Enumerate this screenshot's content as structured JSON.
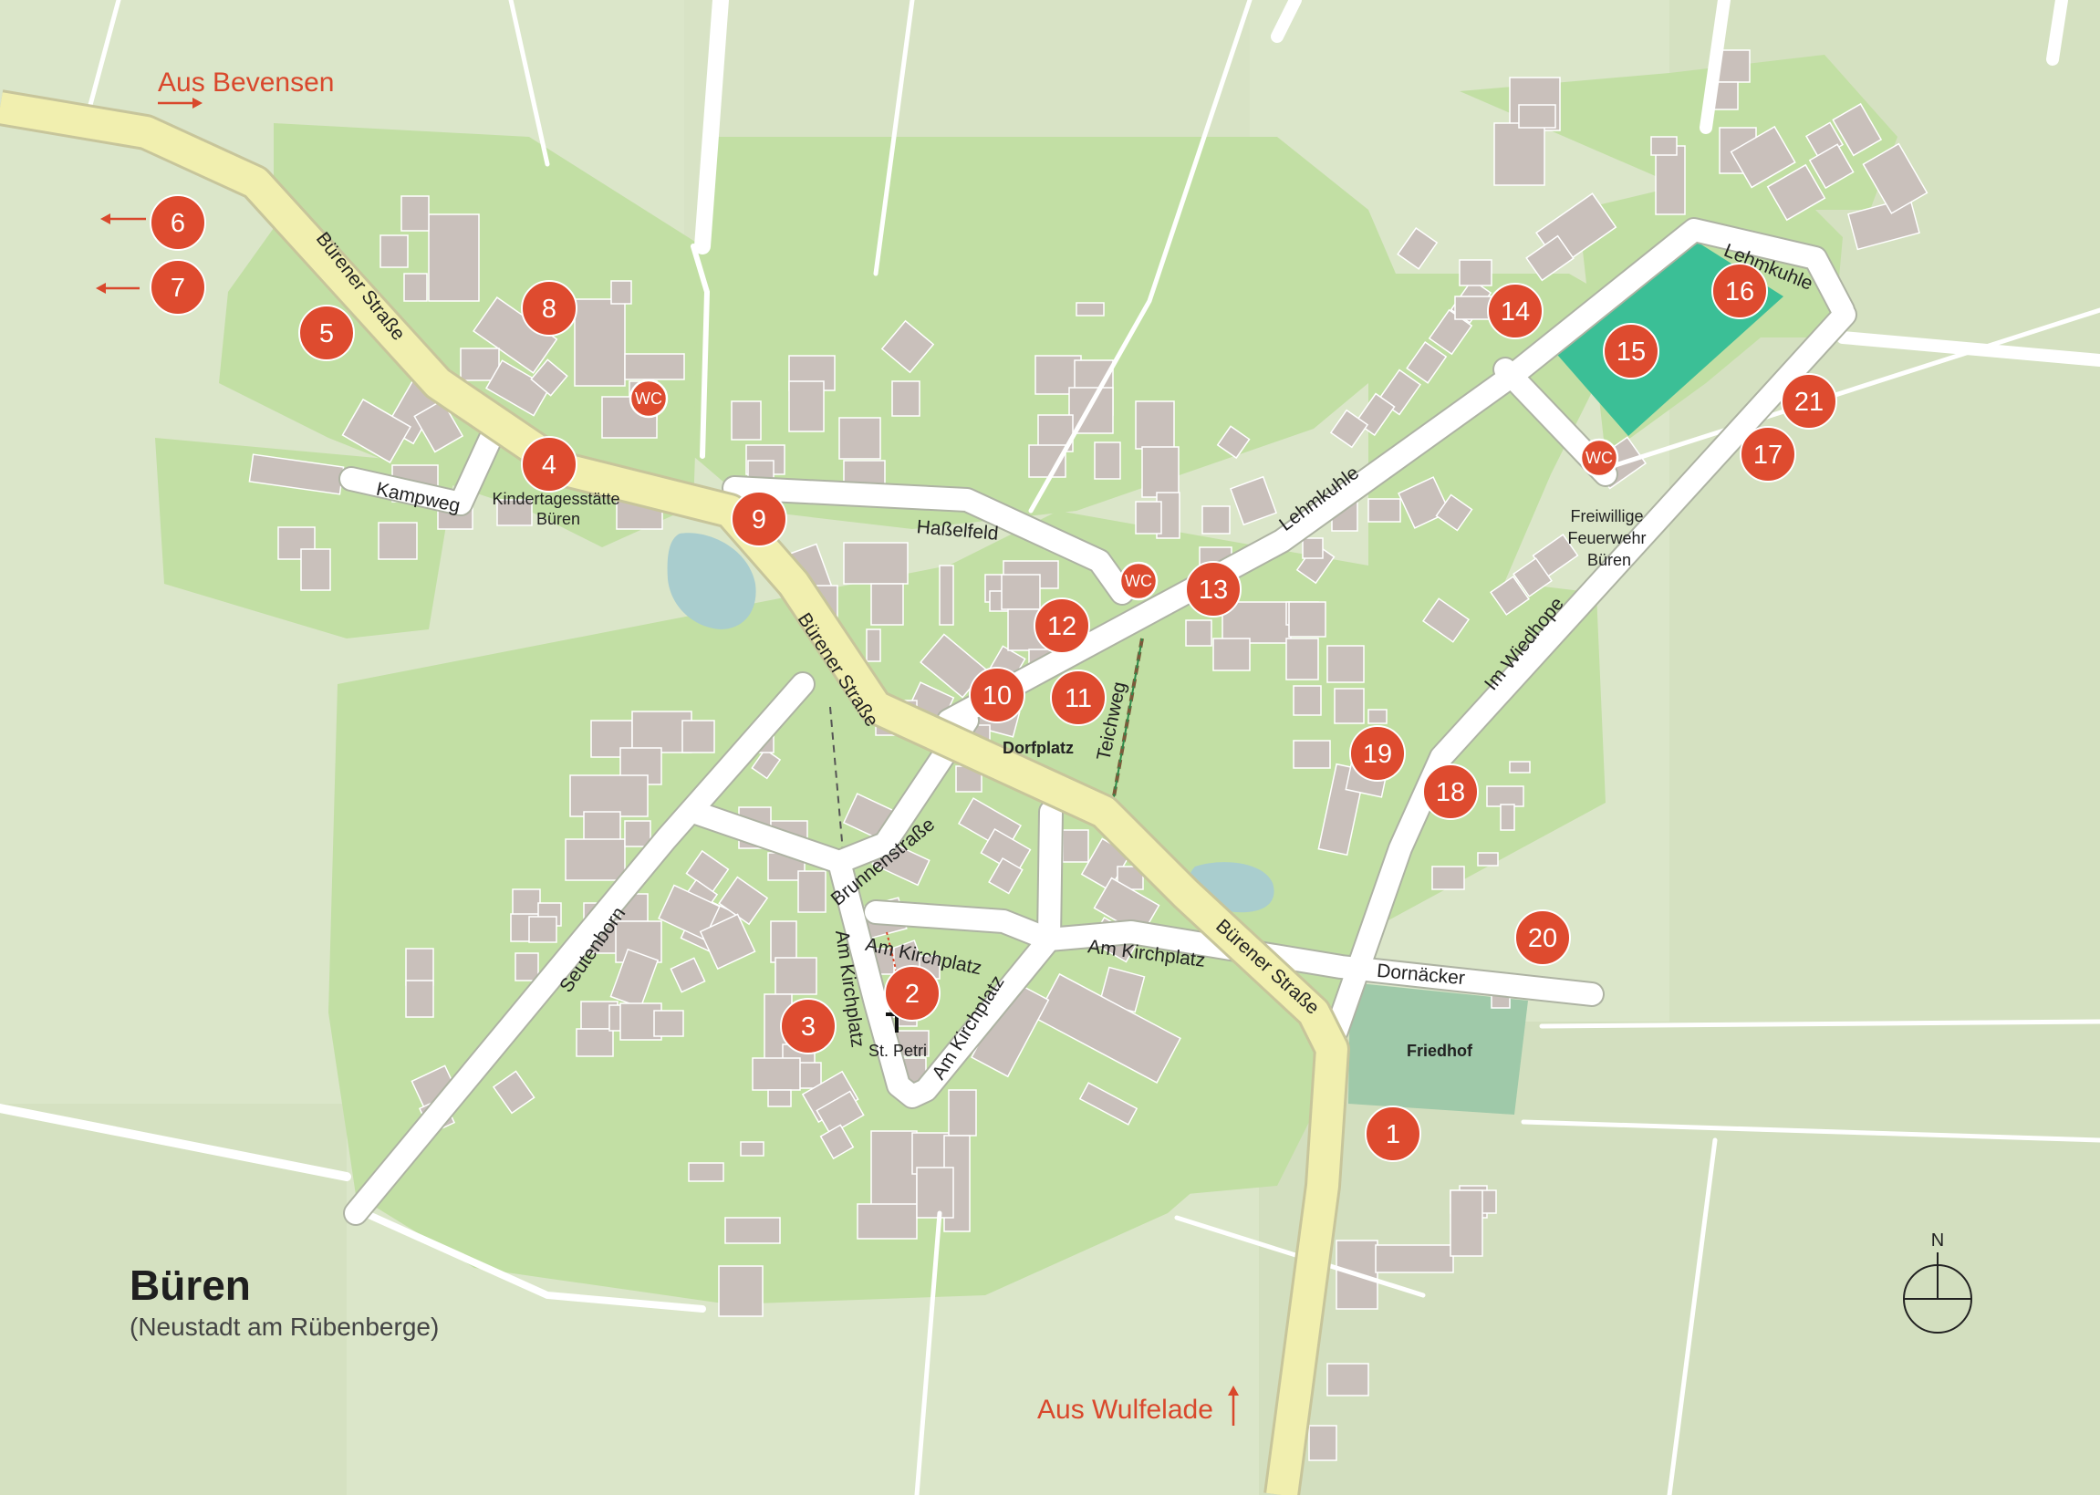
{
  "title": {
    "name": "Büren",
    "subtitle": "(Neustadt am Rübenberge)"
  },
  "compass": {
    "label": "N"
  },
  "arrows": [
    {
      "id": "aus-bevensen",
      "label": "Aus Bevensen"
    },
    {
      "id": "aus-wulfelade",
      "label": "Aus Wulfelade"
    }
  ],
  "streets": [
    {
      "id": "buerener-strasse-1",
      "label": "Bürener Straße"
    },
    {
      "id": "buerener-strasse-2",
      "label": "Bürener Straße"
    },
    {
      "id": "buerener-strasse-3",
      "label": "Bürener Straße"
    },
    {
      "id": "kampweg",
      "label": "Kampweg"
    },
    {
      "id": "hasselfeld",
      "label": "Haßelfeld"
    },
    {
      "id": "lehmkuhle-1",
      "label": "Lehmkuhle"
    },
    {
      "id": "lehmkuhle-2",
      "label": "Lehmkuhle"
    },
    {
      "id": "im-wiedhope",
      "label": "Im Wiedhope"
    },
    {
      "id": "teichweg",
      "label": "Teichweg"
    },
    {
      "id": "brunnenstrasse",
      "label": "Brunnenstraße"
    },
    {
      "id": "seutenborn",
      "label": "Seutenborn"
    },
    {
      "id": "am-kirchplatz-1",
      "label": "Am Kirchplatz"
    },
    {
      "id": "am-kirchplatz-2",
      "label": "Am Kirchplatz"
    },
    {
      "id": "am-kirchplatz-3",
      "label": "Am Kirchplatz"
    },
    {
      "id": "am-kirchplatz-4",
      "label": "Am Kirchplatz"
    },
    {
      "id": "dornaecker",
      "label": "Dornäcker"
    }
  ],
  "places": [
    {
      "id": "dorfplatz",
      "label": "Dorfplatz"
    },
    {
      "id": "friedhof",
      "label": "Friedhof"
    },
    {
      "id": "st-petri",
      "label": "St. Petri"
    },
    {
      "id": "kita",
      "lines": [
        "Kindertagesstätte",
        "Büren"
      ]
    },
    {
      "id": "feuerwehr",
      "lines": [
        "Freiwillige",
        "Feuerwehr",
        "Büren"
      ]
    }
  ],
  "markers": [
    "1",
    "2",
    "3",
    "4",
    "5",
    "6",
    "7",
    "8",
    "9",
    "10",
    "11",
    "12",
    "13",
    "14",
    "15",
    "16",
    "17",
    "18",
    "19",
    "20",
    "21"
  ],
  "wc_label": "WC",
  "colors": {
    "marker": "#de4b2f",
    "field_light": "#dbe6c9",
    "settlement": "#c2dfa4",
    "building": "#c9c0bb",
    "main_road": "#f1efaf",
    "water": "#a9cdce",
    "sports_field": "#3bbf96",
    "cemetery": "#9fc9a9",
    "label_red": "#d9482c"
  }
}
